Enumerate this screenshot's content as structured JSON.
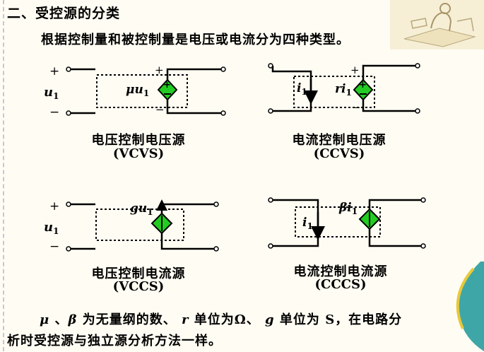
{
  "title": "二、受控源的分类",
  "subtitle": "根据控制量和被控制量是电压或电流分为四种类型。",
  "colors": {
    "source_fill": "#22cc22",
    "border": "#c9c3e0",
    "background": "#fffdf3"
  },
  "diagrams": {
    "vcvs": {
      "caption": "电压控制电压源",
      "abbr": "(VCVS)",
      "plus": "+",
      "minus": "−",
      "ctrl_sym": "u",
      "ctrl_sub": "1",
      "src_coef": "μ",
      "src_sym": "u",
      "src_sub": "1",
      "out_plus": "+",
      "out_minus": "−"
    },
    "ccvs": {
      "caption": "电流控制电压源",
      "abbr": "(CCVS)",
      "ctrl_sym": "i",
      "ctrl_sub": "1",
      "src_coef": "r",
      "src_sym": "i",
      "src_sub": "1",
      "out_plus": "+",
      "out_minus": "−"
    },
    "vccs": {
      "caption": "电压控制电流源",
      "abbr": "(VCCS)",
      "plus": "+",
      "minus": "−",
      "ctrl_sym": "u",
      "ctrl_sub": "1",
      "src_coef": "g",
      "src_sym": "u",
      "src_sub": "1"
    },
    "cccs": {
      "caption": "电流控制电流源",
      "abbr": "(CCCS)",
      "ctrl_sym": "i",
      "ctrl_sub": "1",
      "src_coef": "β",
      "src_sym": "i",
      "src_sub": "1"
    }
  },
  "footer": {
    "mu": "μ",
    "sep": " 、",
    "beta": "β",
    "t1": " 为无量纲的数、 ",
    "r": "r",
    "t2": " 单位为",
    "ohm": "Ω",
    "t3": "、 ",
    "g": "g",
    "t4": " 单位为 ",
    "s": "S",
    "t5": "，在电路分",
    "line2": "析时受控源与独立源分析方法一样。"
  }
}
